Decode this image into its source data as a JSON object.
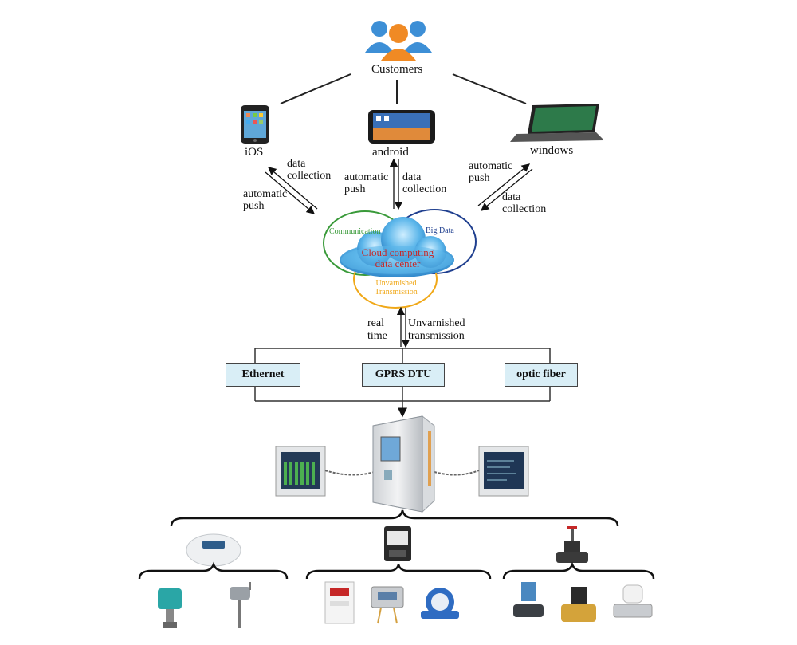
{
  "top": {
    "customers_label": "Customers"
  },
  "clients": {
    "ios": "iOS",
    "android": "android",
    "windows": "windows"
  },
  "flows": {
    "left_collection": [
      "data",
      "collection"
    ],
    "left_push": [
      "automatic",
      "push"
    ],
    "mid_push": [
      "automatic",
      "push"
    ],
    "mid_collection": [
      "data",
      "collection"
    ],
    "right_push": [
      "automatic",
      "push"
    ],
    "right_collection": [
      "data",
      "collection"
    ],
    "bottom_left": [
      "real",
      "time"
    ],
    "bottom_right": [
      "Unvarnished",
      "transmission"
    ]
  },
  "cloud": {
    "center": [
      "Cloud computing",
      "data center"
    ],
    "ring_left": "Communication",
    "ring_right": "Big Data",
    "ring_bottom": [
      "Unvarnished",
      "Transmission"
    ]
  },
  "network": {
    "ethernet": "Ethernet",
    "gprs": "GPRS DTU",
    "fiber": "optic fiber"
  },
  "colors": {
    "ring_green": "#3a9a3a",
    "ring_blue": "#1f3f8f",
    "ring_orange": "#f0a818",
    "cloud_blue": "#4aa3e0",
    "box_fill": "#d9eef6"
  }
}
